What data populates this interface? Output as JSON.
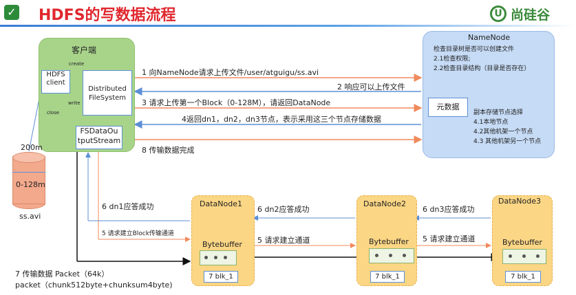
{
  "title": "HDFS的写数据流程",
  "logo": {
    "mark": "U",
    "text": "尚硅谷"
  },
  "client": {
    "title": "客户端",
    "hdfs_client": "HDFS\nclient",
    "dfs": "Distributed\nFileSystem",
    "fsdos": "FSDataOu\ntputStream",
    "create": "create",
    "write": "write",
    "close": "close"
  },
  "namenode": {
    "title": "NameNode",
    "check_lines": [
      "检查目录树是否可以创建文件",
      "2.1检查权限;",
      "2.2检查目录结构（目录是否存在）"
    ],
    "meta": "元数据",
    "replica_lines": [
      "副本存储节点选择",
      "4.1本地节点",
      "4.2其他机架一个节点",
      "4.3 其他机架另一个节点"
    ]
  },
  "file": {
    "size": "200m",
    "block": "0-128m",
    "name": "ss.avi"
  },
  "steps": {
    "s1": "1 向NameNode请求上传文件/user/atguigu/ss.avi",
    "s2": "2 响应可以上传文件",
    "s3": "3 请求上传第一个Block（0-128M），请返回DataNode",
    "s4": "4返回dn1，dn2，dn3节点，表示采用这三个节点存储数据",
    "s8": "8 传输数据完成",
    "s6a": "6 dn1应答成功",
    "s6b": "6 dn2应答成功",
    "s6c": "6 dn3应答成功",
    "s5a": "5 请求建立Block传输通道",
    "s5b": "5 请求建立通道",
    "s5c": "5 请求建立通道",
    "s7a": "7 传输数据  Packet（64k）",
    "s7b": "packet（chunk512byte+chunksum4byte)"
  },
  "datanodes": [
    {
      "name": "DataNode1",
      "buffer": "Bytebuffer",
      "blk": "7 blk_1"
    },
    {
      "name": "DataNode2",
      "buffer": "Bytebuffer",
      "blk": "7 blk_1"
    },
    {
      "name": "DataNode3",
      "buffer": "Bytebuffer",
      "blk": "7 blk_1"
    }
  ],
  "colors": {
    "arrow_orange": "#f08a5d",
    "arrow_blue": "#5b8fd6",
    "title_red": "#e0282e"
  }
}
